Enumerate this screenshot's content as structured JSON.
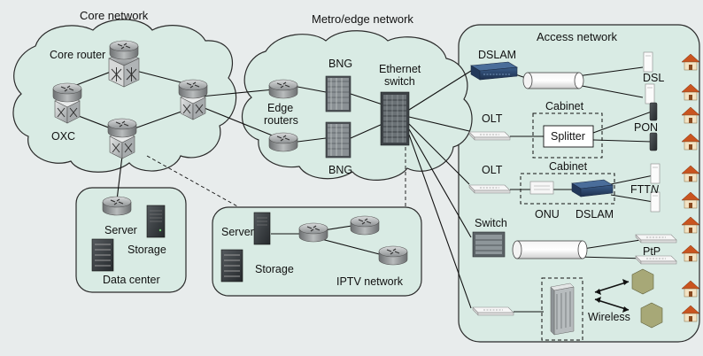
{
  "regions": {
    "core": "Core network",
    "metro": "Metro/edge network",
    "access": "Access network"
  },
  "core": {
    "core_router": "Core router",
    "oxc": "OXC"
  },
  "datacenter": {
    "server": "Server",
    "storage": "Storage",
    "title": "Data center"
  },
  "metro": {
    "bng_top": "BNG",
    "bng_bottom": "BNG",
    "edge_routers_1": "Edge",
    "edge_routers_2": "routers",
    "ethernet_1": "Ethernet",
    "ethernet_2": "switch"
  },
  "iptv": {
    "server": "Server",
    "storage": "Storage",
    "title": "IPTV network"
  },
  "access": {
    "dslam": "DSLAM",
    "dsl": "DSL",
    "olt1": "OLT",
    "cabinet1": "Cabinet",
    "splitter": "Splitter",
    "pon": "PON",
    "olt2": "OLT",
    "cabinet2": "Cabinet",
    "onu": "ONU",
    "dslam2": "DSLAM",
    "fttn_prefix": "FTT",
    "fttn_suffix": "N",
    "switch": "Switch",
    "ptp": "PtP",
    "wireless": "Wireless"
  },
  "colors": {
    "cloud_fill": "#d9ebe4",
    "access_fill": "#d9ebe4",
    "router_body": "#9ea2a4",
    "house_roof": "#c9541f"
  }
}
